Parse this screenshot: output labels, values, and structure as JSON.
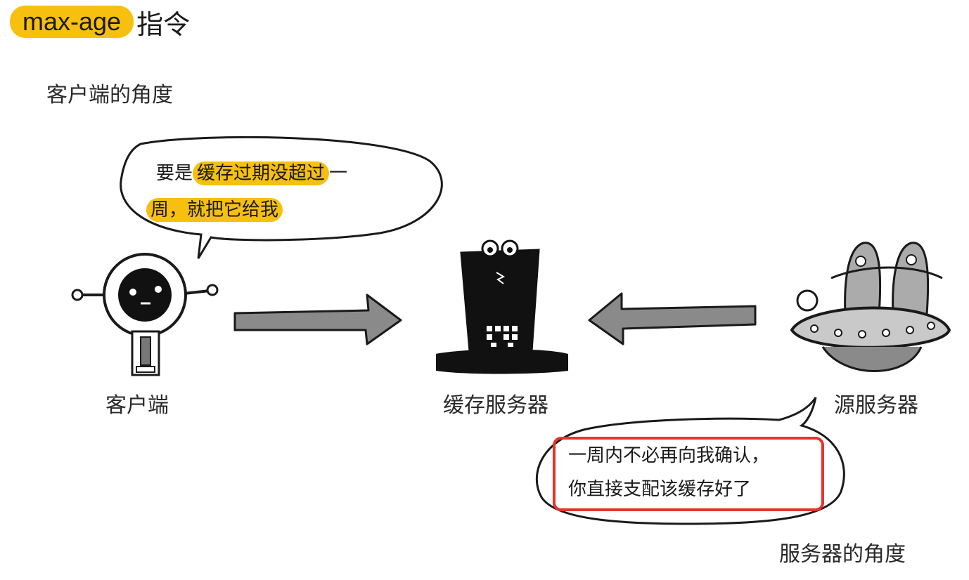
{
  "title": {
    "keyword": "max-age",
    "rest": "指令"
  },
  "labels": {
    "client_view": "客户端的角度",
    "client": "客户端",
    "cache_server": "缓存服务器",
    "origin_server": "源服务器",
    "server_view": "服务器的角度"
  },
  "client_bubble": {
    "line1_pre": "要是",
    "line1_highlight": "缓存过期没超过",
    "line1_post": "一",
    "line2_highlight": "周，就把它给我"
  },
  "server_bubble": {
    "line1": "一周内不必再向我确认，",
    "line2": "你直接支配该缓存好了"
  },
  "colors": {
    "highlight": "#f7c00e",
    "arrow": "#8a8a8a",
    "box": "#e8322b"
  },
  "icons": {
    "client": "robot-icon",
    "cache": "top-hat-server-icon",
    "origin": "ufo-server-icon",
    "arrow_right": "arrow-right-icon",
    "arrow_left": "arrow-left-icon"
  }
}
